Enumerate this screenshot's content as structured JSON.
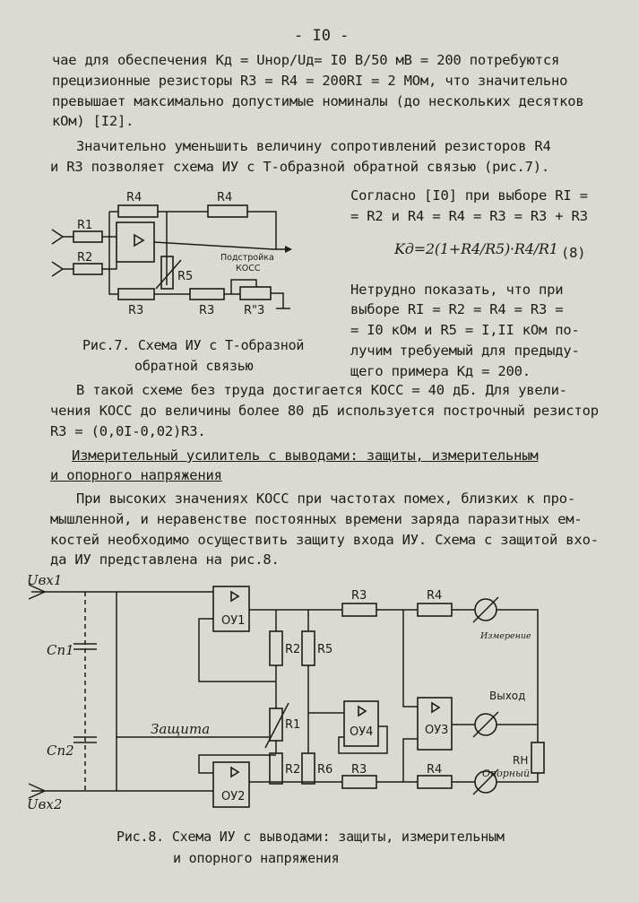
{
  "page_number": "- I0 -",
  "paragraph_1": {
    "line_1": "чае для обеспечения Kд = Uнор/Uд= I0 В/50 мВ = 200 потребуются",
    "line_2": "прецизионные резисторы R3 = R4 = 200RI = 2 МОм, что значительно",
    "line_3": "превышает максимально допустимые номиналы (до нескольких десятков",
    "line_4": "кОм) [I2]."
  },
  "paragraph_2": {
    "line_1": "Значительно уменьшить величину сопротивлений резисторов  R4",
    "line_2": "и R3 позволяет схема ИУ с Т-образной обратной связью (рис.7)."
  },
  "side_text": {
    "line_1": "Согласно [I0] при выборе RI =",
    "line_2": "= R2 и R4 = R4 = R3 = R3 + R3",
    "formula": "Kд=2(1+R4/R5)·R4/R1",
    "formula_number": "(8)",
    "line_3": "Нетрудно показать, что при",
    "line_4": "выборе RI = R2 = R4 = R3 =",
    "line_5": "= I0 кОм и R5 = I,II кОм по-",
    "line_6": "лучим требуемый для предыду-",
    "line_7": "щего примера  Kд = 200."
  },
  "figure_7": {
    "labels": {
      "r4_left": "R4",
      "r4_right": "R4",
      "r1": "R1",
      "r2": "R2",
      "r5": "R5",
      "r3_left": "R3",
      "r3_mid": "R3",
      "r3_trim": "R\"3",
      "tuning_1": "Подстройка",
      "tuning_2": "КОСС"
    },
    "caption_line_1": "Рис.7. Схема ИУ с Т-образной",
    "caption_line_2": "обратной связью"
  },
  "paragraph_3": {
    "line_1": "В такой схеме без труда достигается КОСС = 40 дБ. Для увели-",
    "line_2": "чения КОСС до величины более 80 дБ используется построчный резистор",
    "line_3": "R3 = (0,0I-0,02)R3."
  },
  "section_heading": {
    "line_1": "Измерительный усилитель с выводами: защиты, измерительным",
    "line_2": "и опорного напряжения"
  },
  "paragraph_4": {
    "line_1": "При высоких значениях КОСС при частотах помех, близких к про-",
    "line_2": "мышленной, и неравенстве постоянных времени заряда паразитных ем-",
    "line_3": "костей необходимо осуществить защиту входа ИУ. Схема с защитой вхо-",
    "line_4": "да ИУ представлена на рис.8."
  },
  "figure_8": {
    "labels": {
      "uvx1": "Uвх1",
      "uvx2": "Uвх2",
      "cp1": "Cп1",
      "cp2": "Cп2",
      "protection": "Защита",
      "ou1": "ОУ1",
      "ou2": "ОУ2",
      "ou3": "ОУ3",
      "ou4": "ОУ4",
      "r1": "R1",
      "r2_top": "R2",
      "r2_bot": "R2",
      "r5": "R5",
      "r6": "R6",
      "r3_top": "R3",
      "r3_bot": "R3",
      "r4_top": "R4",
      "r4_bot": "R4",
      "rn": "RН",
      "measurement": "Измерение",
      "output": "Выход",
      "reference": "Опорный"
    },
    "caption_line_1": "Рис.8. Схема ИУ с выводами: защиты, измерительным",
    "caption_line_2": "и опорного напряжения"
  }
}
